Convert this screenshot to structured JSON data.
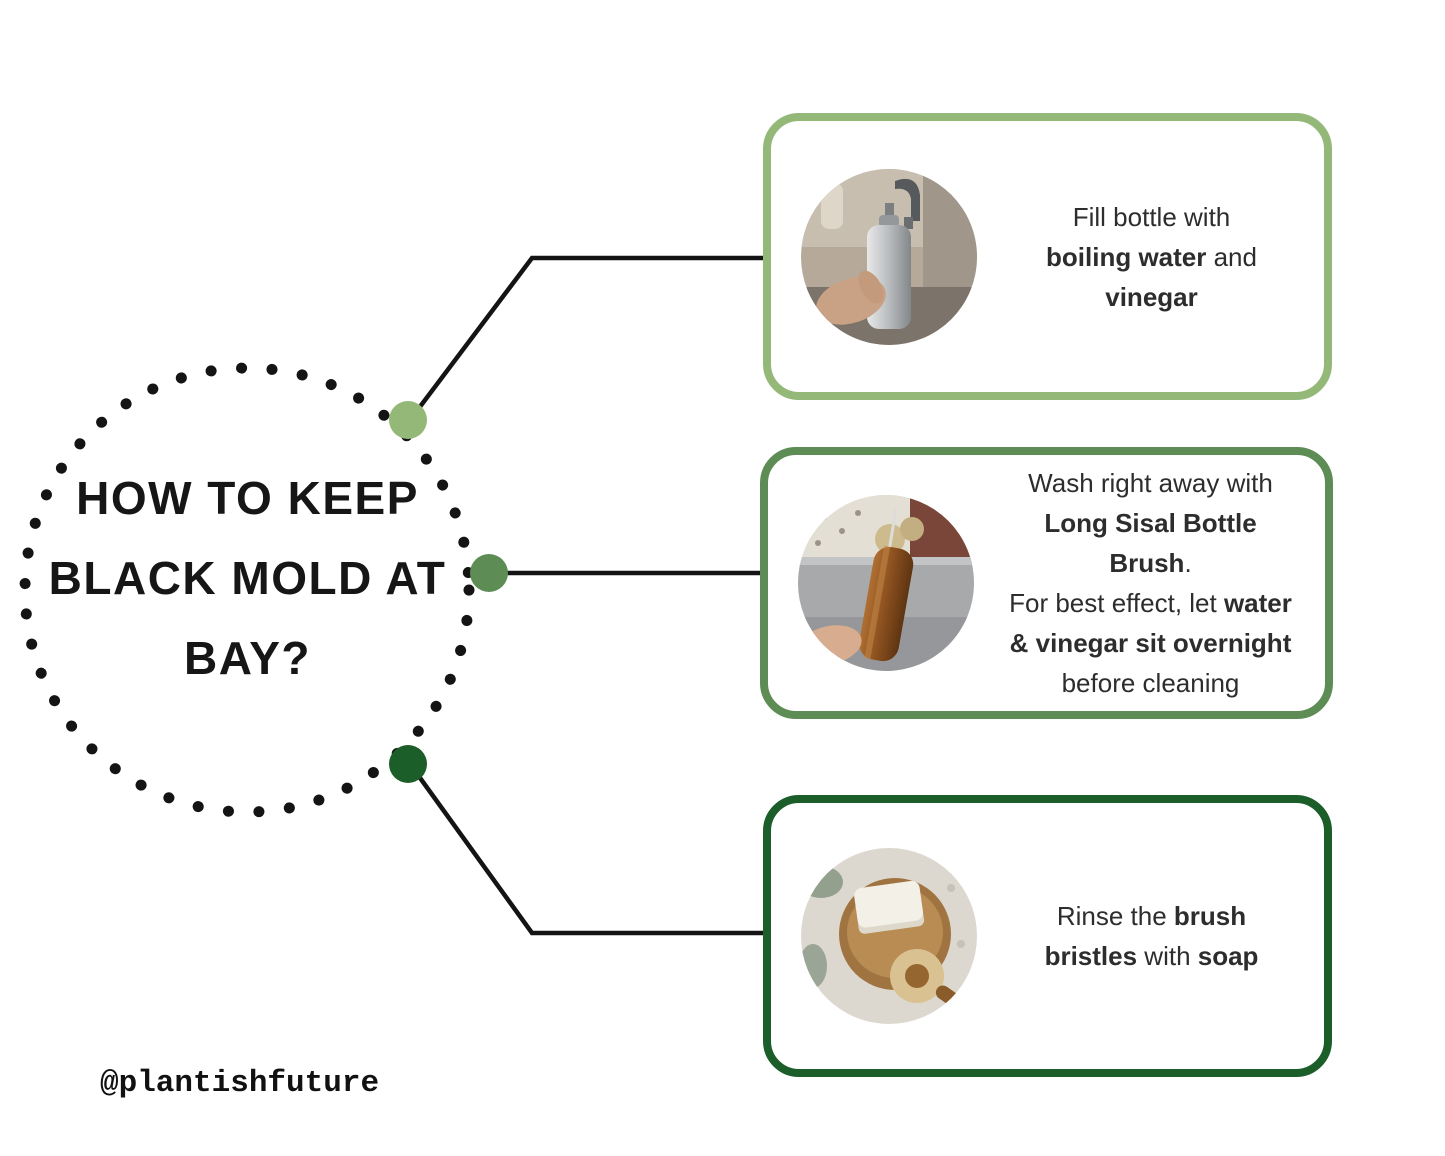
{
  "page": {
    "title_lines": [
      "HOW TO KEEP",
      "BLACK MOLD AT",
      "BAY?"
    ],
    "watermark": "@plantishfuture"
  },
  "colors": {
    "light_green": "#94b878",
    "medium_green": "#5e8c55",
    "dark_green": "#1b5e2a",
    "line": "#141414",
    "text": "#2d2d2d"
  },
  "steps": [
    {
      "name": "fill-bottle",
      "border_color": "#94b878",
      "image": "steel-bottle-under-faucet",
      "lines": [
        [
          {
            "t": "Fill bottle with",
            "b": 0
          }
        ],
        [
          {
            "t": "boiling water",
            "b": 1
          },
          {
            "t": " and",
            "b": 0
          }
        ],
        [
          {
            "t": "vinegar",
            "b": 1
          }
        ]
      ]
    },
    {
      "name": "wash-with-bottle-brush",
      "border_color": "#5e8c55",
      "image": "wooden-bottle-brush-in-sink",
      "lines": [
        [
          {
            "t": "Wash right away with",
            "b": 0
          }
        ],
        [
          {
            "t": "Long Sisal Bottle Brush",
            "b": 1
          },
          {
            "t": ".",
            "b": 0
          }
        ],
        [
          {
            "t": "For best effect, let ",
            "b": 0
          },
          {
            "t": "water",
            "b": 1
          }
        ],
        [
          {
            "t": "& vinegar sit overnight",
            "b": 1
          }
        ],
        [
          {
            "t": "before cleaning",
            "b": 0
          }
        ]
      ]
    },
    {
      "name": "rinse-brush-bristles",
      "border_color": "#1b5e2a",
      "image": "soap-bar-and-dish-brush",
      "lines": [
        [
          {
            "t": "Rinse the ",
            "b": 0
          },
          {
            "t": "brush",
            "b": 1
          }
        ],
        [
          {
            "t": "bristles",
            "b": 1
          },
          {
            "t": " with ",
            "b": 0
          },
          {
            "t": "soap",
            "b": 1
          }
        ]
      ]
    }
  ]
}
